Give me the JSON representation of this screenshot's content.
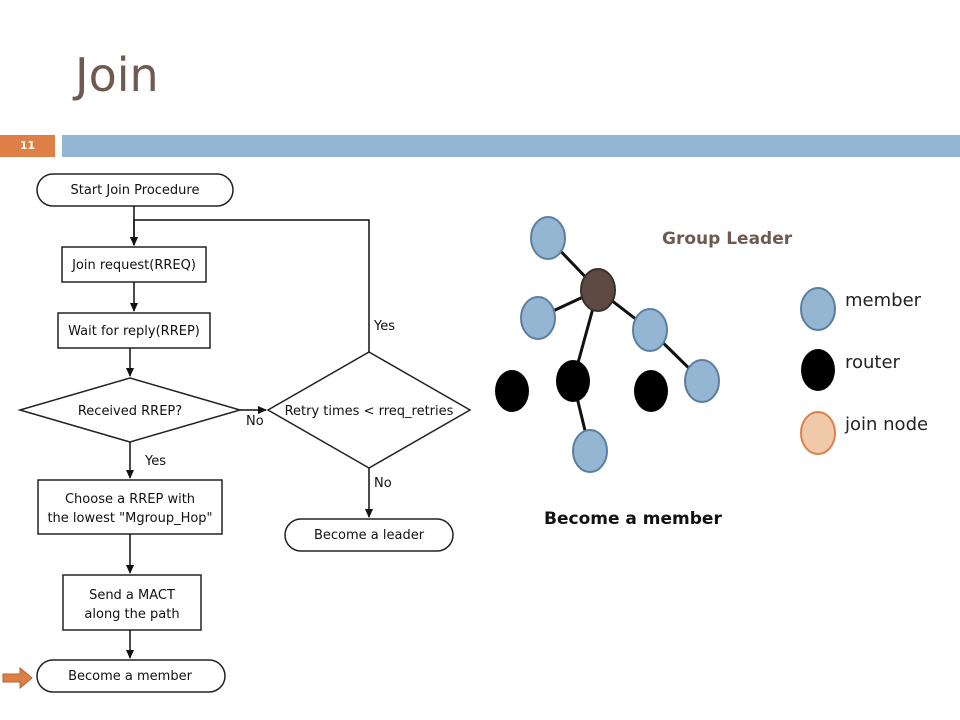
{
  "slide": {
    "title": "Join",
    "number": "11"
  },
  "flowchart": {
    "start": "Start Join Procedure",
    "join_request": "Join request(RREQ)",
    "wait_reply": "Wait for reply(RREP)",
    "received": "Received RREP?",
    "retry": "Retry times < rreq_retries",
    "choose_line1": "Choose a RREP with",
    "choose_line2": "the lowest \"Mgroup_Hop\"",
    "send_line1": "Send a MACT",
    "send_line2": "along the path",
    "become_member": "Become a member",
    "become_leader": "Become a leader",
    "label_yes_retry": "Yes",
    "label_no_received": "No",
    "label_yes_received": "Yes",
    "label_no_retry": "No"
  },
  "network": {
    "group_leader_label": "Group Leader",
    "caption": "Become a member"
  },
  "legend": {
    "items": [
      {
        "label": "member",
        "color": "#94b6d2"
      },
      {
        "label": "router",
        "color": "#000000"
      },
      {
        "label": "join node",
        "color": "#f0c8aa"
      }
    ]
  },
  "colors": {
    "accent_orange": "#dd8048",
    "bar_blue": "#94b6d2",
    "leader_brown": "#5e4a42"
  }
}
